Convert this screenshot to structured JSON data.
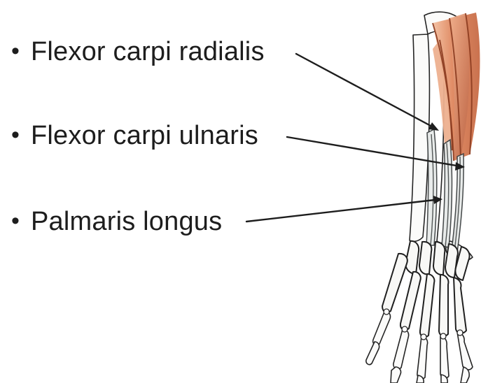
{
  "labels": [
    {
      "bullet": "•",
      "text": "Flexor carpi radialis"
    },
    {
      "bullet": "•",
      "text": "Flexor carpi ulnaris"
    },
    {
      "bullet": "•",
      "text": "Palmaris longus"
    }
  ],
  "colors": {
    "background": "#ffffff",
    "text": "#1d1d1d",
    "line": "#1d1d1d",
    "muscle_light": "#f0b08d",
    "muscle_mid": "#df8962",
    "muscle_dark": "#bd6444",
    "tendon": "#e8ebea",
    "bone": "#f8f8f6"
  },
  "diagram": {
    "subject_icon": "forearm-hand-muscle-illustration"
  }
}
